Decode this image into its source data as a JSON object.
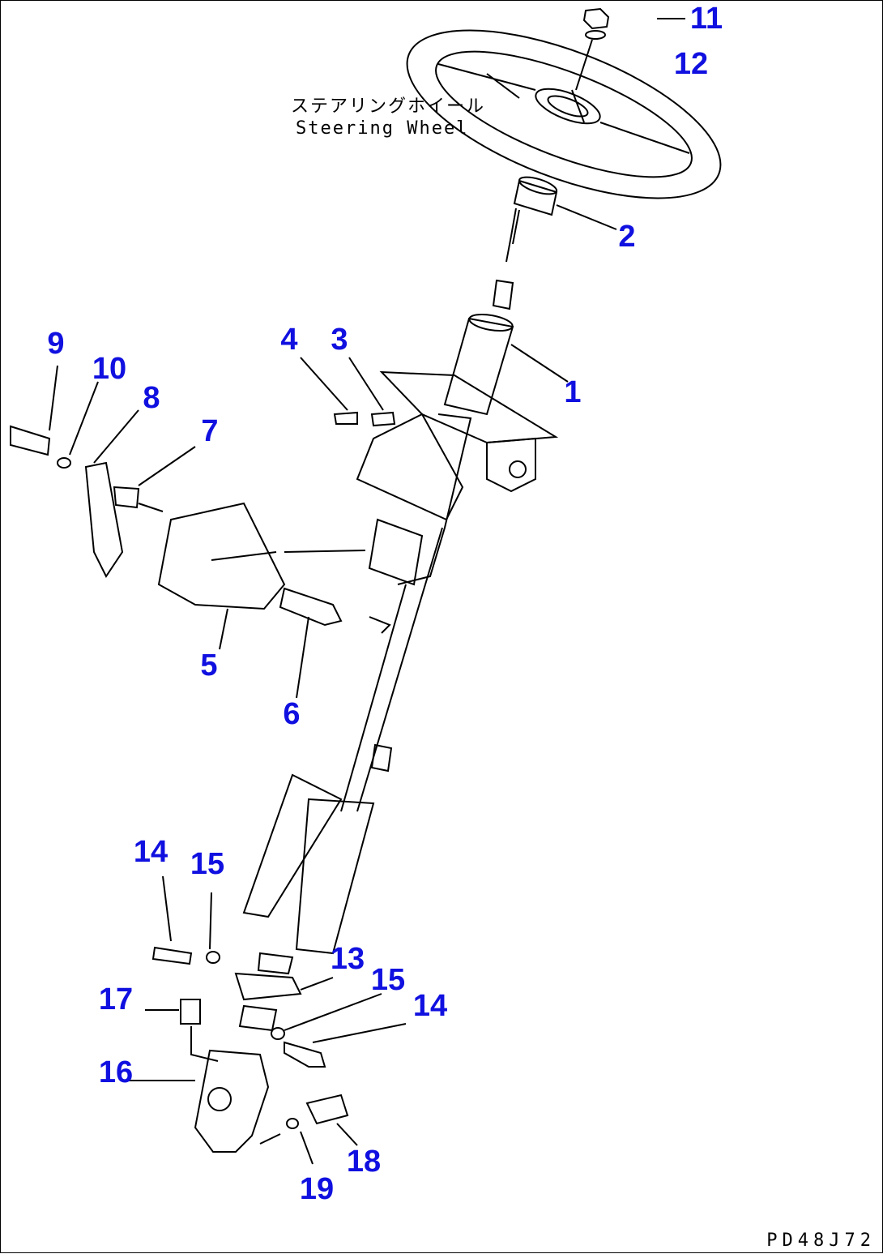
{
  "diagram": {
    "callouts": [
      "1",
      "2",
      "3",
      "4",
      "5",
      "6",
      "7",
      "8",
      "9",
      "10",
      "11",
      "12",
      "13",
      "14",
      "15",
      "16",
      "17",
      "18",
      "19"
    ],
    "duplicate_callouts": [
      "14",
      "15"
    ],
    "wheel_label_jp": "ステアリングホイール",
    "wheel_label_en": "Steering Wheel",
    "drawing_code": "PD48J72",
    "callout_color": "#1010e0",
    "line_color": "#000000"
  }
}
